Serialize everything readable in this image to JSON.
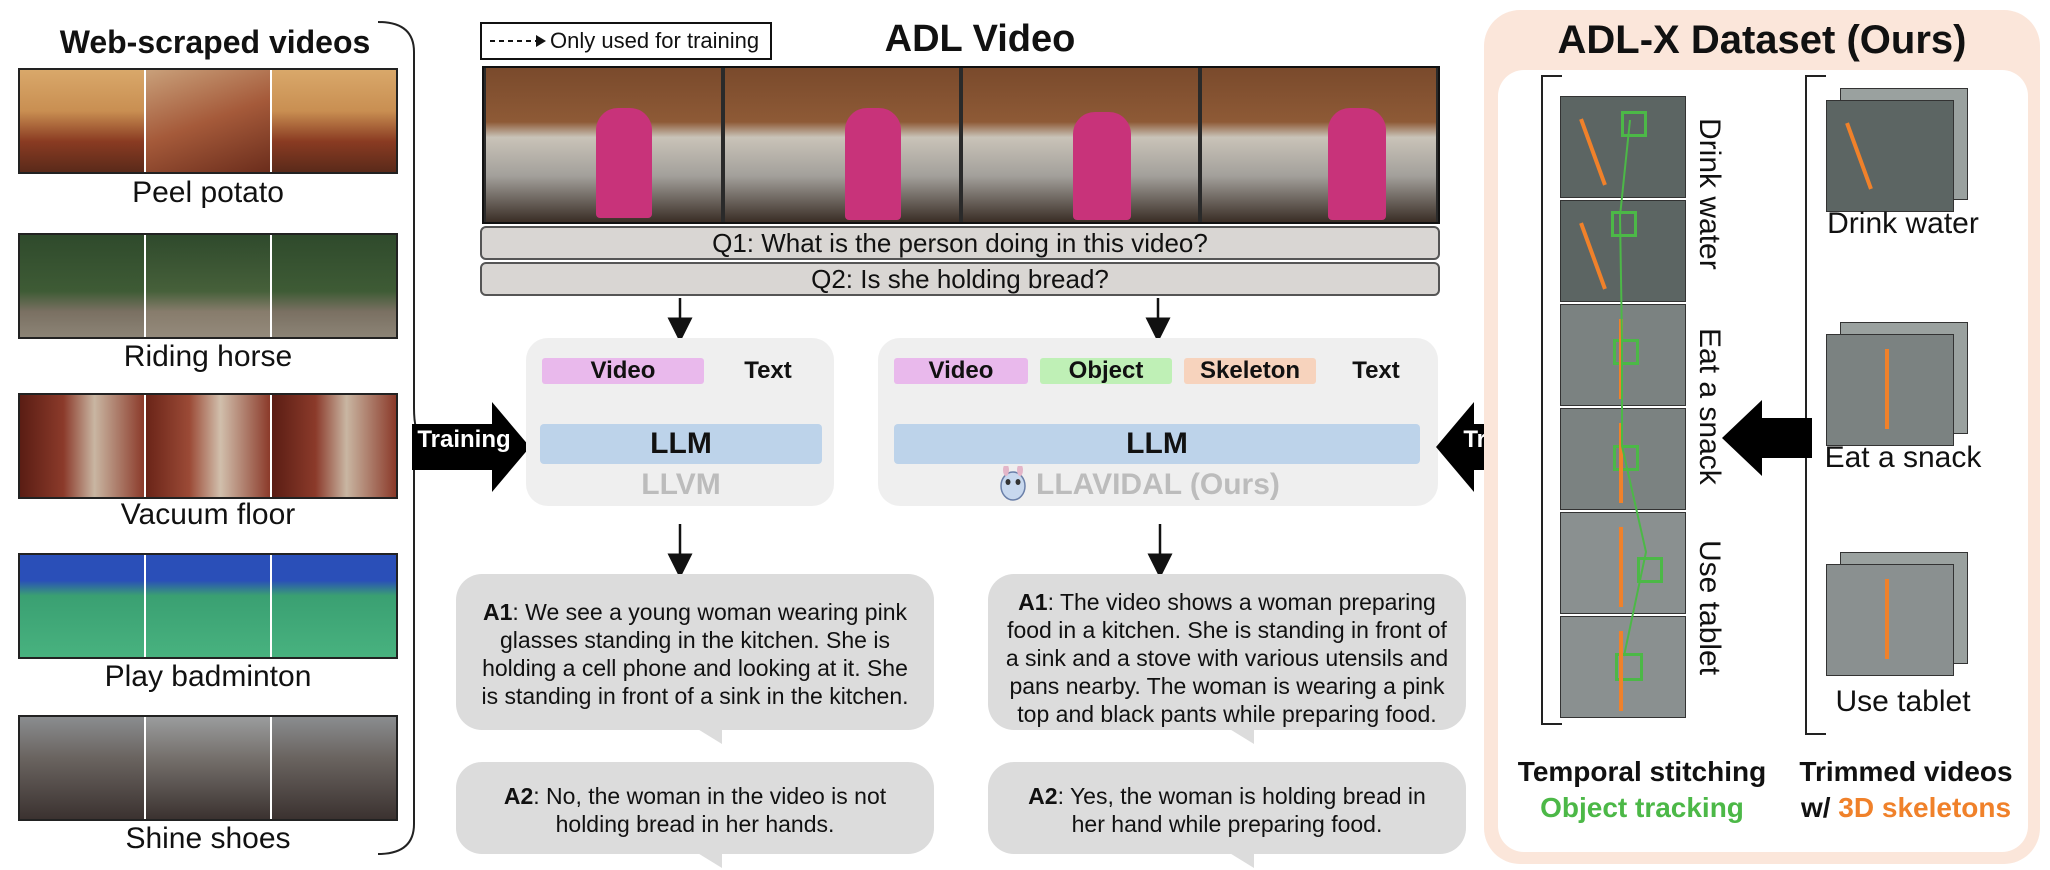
{
  "web_videos": {
    "title": "Web-scraped videos",
    "items": [
      {
        "label": "Peel potato"
      },
      {
        "label": "Riding horse"
      },
      {
        "label": "Vacuum floor"
      },
      {
        "label": "Play badminton"
      },
      {
        "label": "Shine shoes"
      }
    ]
  },
  "legend": {
    "label": "Only used for training"
  },
  "adl_video": {
    "title": "ADL Video",
    "q1": "Q1: What is the person doing in this video?",
    "q2": "Q2: Is she holding bread?"
  },
  "llvm_panel": {
    "video_chip": "Video",
    "text_chip": "Text",
    "llm": "LLM",
    "name": "LLVM",
    "a1_label": "A1",
    "a1_text": ": We see a young woman wearing pink glasses standing in the kitchen. She is holding a cell phone and looking at it. She is standing in front of a sink in the kitchen.",
    "a2_label": "A2",
    "a2_text": ": No, the woman in the video is not holding bread in her hands."
  },
  "llavidal_panel": {
    "video_chip": "Video",
    "object_chip": "Object",
    "skeleton_chip": "Skeleton",
    "text_chip": "Text",
    "llm": "LLM",
    "name": "LLAVIDAL (Ours)",
    "a1_label": "A1",
    "a1_text": ": The video shows a woman preparing food in a kitchen. She is standing in front of a sink and a stove with various utensils and pans nearby. The woman is wearing a pink top and black pants while preparing food.",
    "a2_label": "A2",
    "a2_text": ": Yes, the woman is holding bread in her hand while preparing food."
  },
  "arrows": {
    "training_left": "Training",
    "training_right": "Training"
  },
  "dataset": {
    "title": "ADL-X Dataset (Ours)",
    "stitch_labels": [
      "Drink water",
      "Eat a snack",
      "Use tablet"
    ],
    "trimmed_labels": [
      "Drink water",
      "Eat a snack",
      "Use tablet"
    ],
    "foot_left_1": "Temporal stitching",
    "foot_left_2": "Object tracking",
    "foot_right_1": "Trimmed videos",
    "foot_right_2a": "w/ ",
    "foot_right_2b": "3D skeletons"
  },
  "colors": {
    "video_chip": "#e9b9ec",
    "object_chip": "#bff0b6",
    "skeleton_chip": "#f7d3bd",
    "llm": "#bdd3ea",
    "object_tracking": "#4cb847",
    "skeleton": "#f0812a",
    "dataset_bg": "#fbe6da"
  }
}
